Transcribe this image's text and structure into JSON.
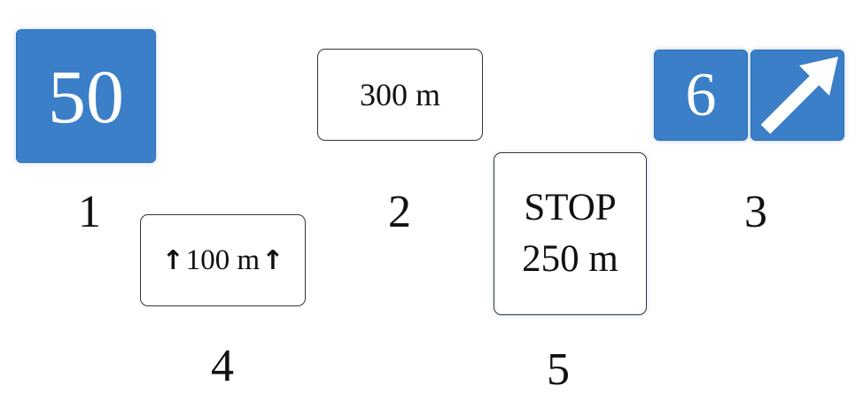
{
  "signs": [
    {
      "id": 1,
      "label": "1",
      "text": "50"
    },
    {
      "id": 2,
      "label": "2",
      "text": "300 m"
    },
    {
      "id": 3,
      "label": "3",
      "text": "6",
      "icon": "arrow-up-right-icon"
    },
    {
      "id": 4,
      "label": "4",
      "text": "100 m",
      "icon": "arrow-up-icon"
    },
    {
      "id": 5,
      "label": "5",
      "line1": "STOP",
      "line2": "250 m"
    }
  ],
  "colors": {
    "blue": "#3a7fc7",
    "border": "#333333",
    "text": "#111111"
  }
}
